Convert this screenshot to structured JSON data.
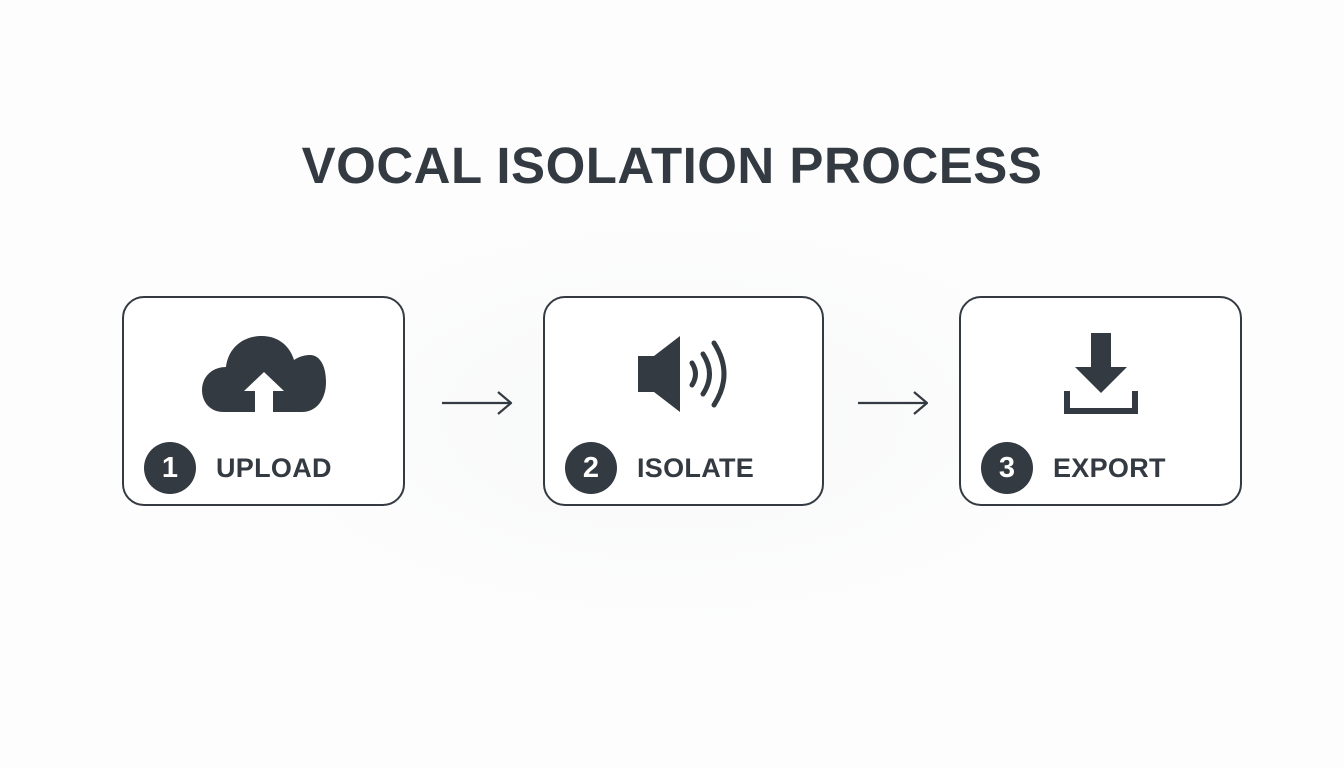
{
  "title": "VOCAL ISOLATION PROCESS",
  "colors": {
    "ink": "#343a41",
    "background": "#ffffff"
  },
  "steps": [
    {
      "number": "1",
      "label": "UPLOAD",
      "icon": "cloud-upload-icon"
    },
    {
      "number": "2",
      "label": "ISOLATE",
      "icon": "speaker-icon"
    },
    {
      "number": "3",
      "label": "EXPORT",
      "icon": "download-icon"
    }
  ],
  "connectors": [
    "right-arrow-icon",
    "right-arrow-icon"
  ]
}
